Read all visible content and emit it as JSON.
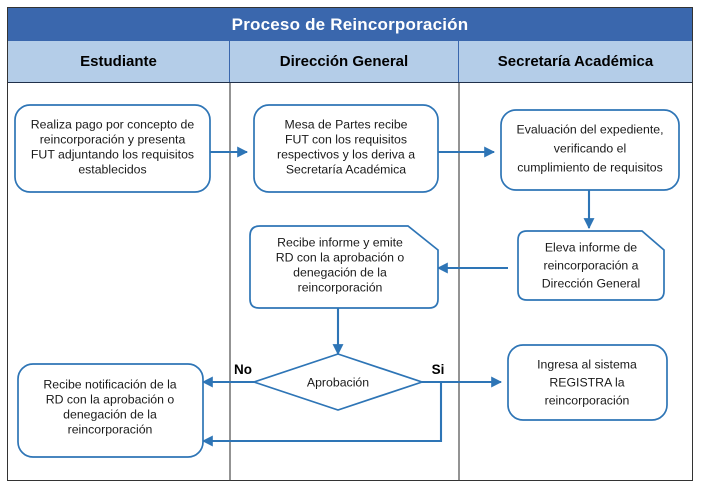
{
  "diagram": {
    "title": "Proceso de Reincorporación",
    "type": "flowchart",
    "lanes": [
      {
        "id": "estudiante",
        "label": "Estudiante"
      },
      {
        "id": "direccion-general",
        "label": "Dirección General"
      },
      {
        "id": "secretaria-academica",
        "label": "Secretaría Académica"
      }
    ],
    "colors": {
      "title_bar": "#3a67ad",
      "title_text": "#ffffff",
      "lane_header": "#b4cde8",
      "shape_stroke": "#2e75b6",
      "shape_fill": "#ffffff",
      "connector": "#2e75b6",
      "frame": "#333333"
    },
    "nodes": [
      {
        "id": "pago-fut",
        "lane": "estudiante",
        "shape": "rounded-rectangle",
        "lines": [
          "Realiza pago por concepto de",
          "reincorporación y presenta",
          "FUT adjuntando los requisitos",
          "establecidos"
        ]
      },
      {
        "id": "mesa-partes",
        "lane": "direccion-general",
        "shape": "rounded-rectangle",
        "lines": [
          "Mesa de Partes recibe",
          "FUT con los requisitos",
          "respectivos y los deriva a",
          "Secretaría Académica"
        ]
      },
      {
        "id": "evaluacion-expediente",
        "lane": "secretaria-academica",
        "shape": "rounded-rectangle",
        "lines": [
          "Evaluación del expediente,",
          "verificando el",
          "cumplimiento de requisitos"
        ]
      },
      {
        "id": "recibe-informe-emite-rd",
        "lane": "direccion-general",
        "shape": "snip-corner-rectangle",
        "lines": [
          "Recibe informe y emite",
          "RD con la aprobación o",
          "denegación de la",
          "reincorporación"
        ]
      },
      {
        "id": "eleva-informe",
        "lane": "secretaria-academica",
        "shape": "snip-corner-rectangle",
        "lines": [
          "Eleva informe de",
          "reincorporación a",
          "Dirección General"
        ]
      },
      {
        "id": "aprobacion",
        "lane": "direccion-general",
        "shape": "diamond",
        "lines": [
          "Aprobación"
        ]
      },
      {
        "id": "recibe-notificacion",
        "lane": "estudiante",
        "shape": "rounded-rectangle",
        "lines": [
          "Recibe notificación de la",
          "RD con la aprobación o",
          "denegación de la",
          "reincorporación"
        ]
      },
      {
        "id": "ingresa-registra",
        "lane": "secretaria-academica",
        "shape": "rounded-rectangle",
        "lines": [
          "Ingresa al sistema",
          "REGISTRA la",
          "reincorporación"
        ]
      }
    ],
    "branch_labels": [
      {
        "id": "no",
        "text": "No"
      },
      {
        "id": "si",
        "text": "Si"
      }
    ],
    "edges": [
      {
        "from": "pago-fut",
        "to": "mesa-partes",
        "label": ""
      },
      {
        "from": "mesa-partes",
        "to": "evaluacion-expediente",
        "label": ""
      },
      {
        "from": "evaluacion-expediente",
        "to": "eleva-informe",
        "label": ""
      },
      {
        "from": "eleva-informe",
        "to": "recibe-informe-emite-rd",
        "label": ""
      },
      {
        "from": "recibe-informe-emite-rd",
        "to": "aprobacion",
        "label": ""
      },
      {
        "from": "aprobacion",
        "to": "recibe-notificacion",
        "label": "No"
      },
      {
        "from": "aprobacion",
        "to": "ingresa-registra",
        "label": "Si"
      },
      {
        "from": "aprobacion",
        "to": "recibe-notificacion",
        "label": "Si"
      }
    ]
  }
}
